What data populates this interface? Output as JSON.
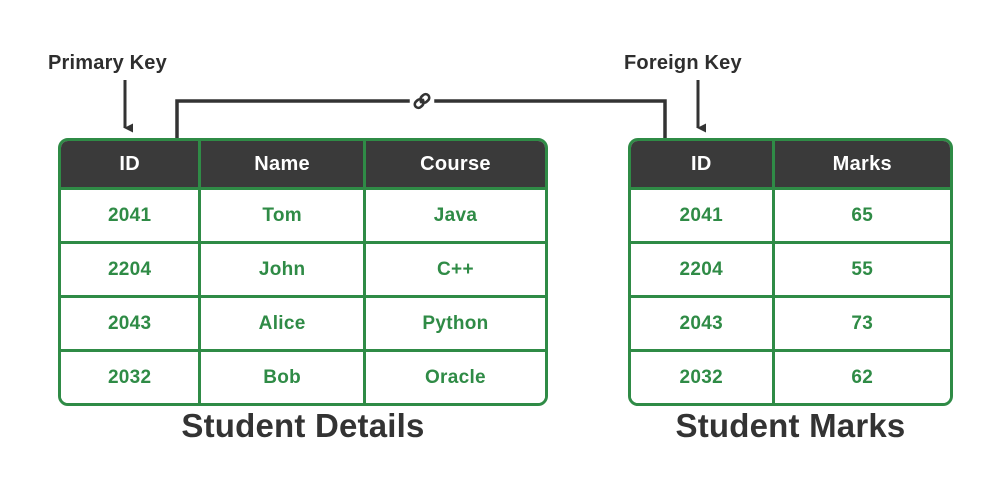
{
  "annotations": {
    "primary_key_label": "Primary Key",
    "foreign_key_label": "Foreign Key",
    "link_icon_name": "chain-link-icon",
    "line_color": "#333333"
  },
  "theme": {
    "accent_green": "#2f8b46",
    "header_dark": "#3a3a3a",
    "text_dark": "#333333",
    "background": "#ffffff"
  },
  "tables": {
    "student_details": {
      "caption": "Student Details",
      "columns": [
        "ID",
        "Name",
        "Course"
      ],
      "rows": [
        [
          "2041",
          "Tom",
          "Java"
        ],
        [
          "2204",
          "John",
          "C++"
        ],
        [
          "2043",
          "Alice",
          "Python"
        ],
        [
          "2032",
          "Bob",
          "Oracle"
        ]
      ]
    },
    "student_marks": {
      "caption": "Student Marks",
      "columns": [
        "ID",
        "Marks"
      ],
      "rows": [
        [
          "2041",
          "65"
        ],
        [
          "2204",
          "55"
        ],
        [
          "2043",
          "73"
        ],
        [
          "2032",
          "62"
        ]
      ]
    }
  }
}
